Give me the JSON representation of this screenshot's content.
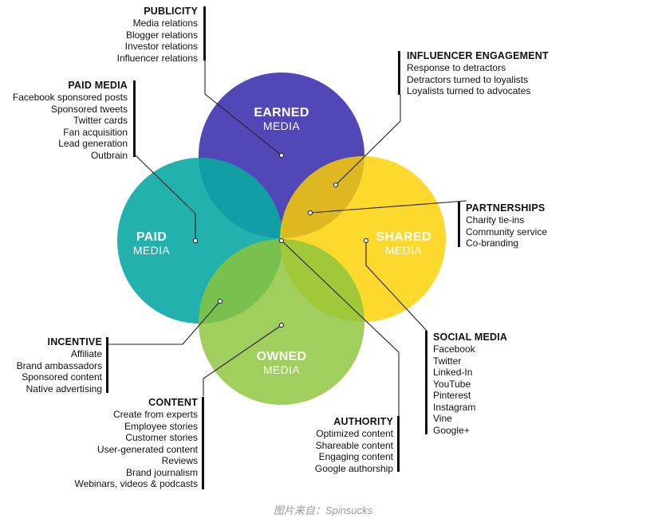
{
  "circles": {
    "earned": {
      "bold": "EARNED",
      "sub": "MEDIA",
      "color": "#4b3fb4"
    },
    "paid": {
      "bold": "PAID",
      "sub": "MEDIA",
      "color": "#0aa9a3"
    },
    "shared": {
      "bold": "SHARED",
      "sub": "MEDIA",
      "color": "#fdd100"
    },
    "owned": {
      "bold": "OWNED",
      "sub": "MEDIA",
      "color": "#8cc43b"
    }
  },
  "blocks": {
    "publicity": {
      "title": "PUBLICITY",
      "items": [
        "Media relations",
        "Blogger relations",
        "Investor relations",
        "Influencer relations"
      ]
    },
    "paid_media": {
      "title": "PAID MEDIA",
      "items": [
        "Facebook sponsored posts",
        "Sponsored tweets",
        "Twitter cards",
        "Fan acquisition",
        "Lead generation",
        "Outbrain"
      ]
    },
    "influencer": {
      "title": "INFLUENCER ENGAGEMENT",
      "items": [
        "Response to detractors",
        "Detractors turned to loyalists",
        "Loyalists turned to advocates"
      ]
    },
    "partnerships": {
      "title": "PARTNERSHIPS",
      "items": [
        "Charity tie-ins",
        "Community service",
        "Co-branding"
      ]
    },
    "incentive": {
      "title": "INCENTIVE",
      "items": [
        "Affiliate",
        "Brand ambassadors",
        "Sponsored content",
        "Native advertising"
      ]
    },
    "social": {
      "title": "SOCIAL MEDIA",
      "items": [
        "Facebook",
        "Twitter",
        "Linked-In",
        "YouTube",
        "Pinterest",
        "Instagram",
        "Vine",
        "Google+"
      ]
    },
    "content": {
      "title": "CONTENT",
      "items": [
        "Create from experts",
        "Employee stories",
        "Customer stories",
        "User-generated content",
        "Reviews",
        "Brand journalism",
        "Webinars, videos & podcasts"
      ]
    },
    "authority": {
      "title": "AUTHORITY",
      "items": [
        "Optimized content",
        "Shareable content",
        "Engaging content",
        "Google authorship"
      ]
    }
  },
  "caption": "图片来自：Spinsucks"
}
